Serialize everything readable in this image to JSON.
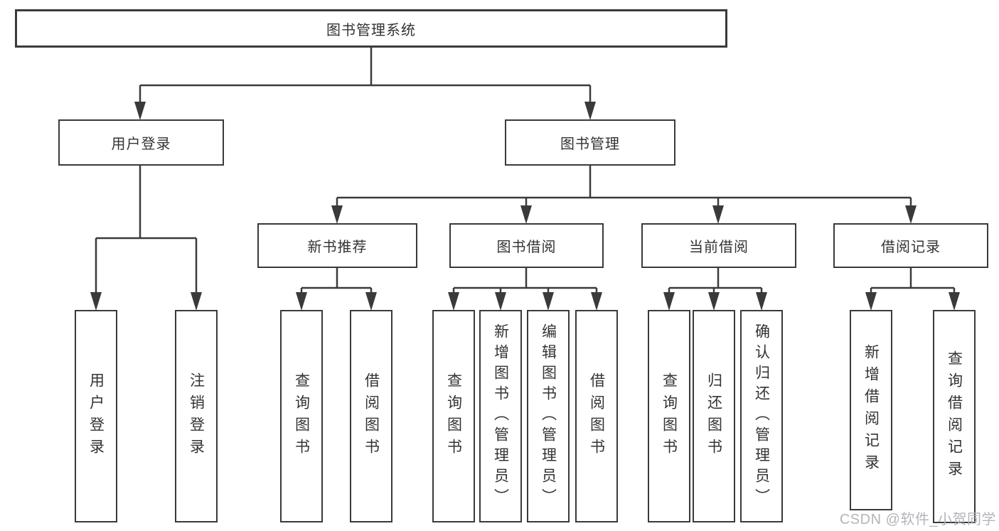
{
  "diagram": {
    "title_node": {
      "label": "图书管理系统"
    },
    "level2": [
      {
        "label": "用户登录"
      },
      {
        "label": "图书管理"
      }
    ],
    "level3": [
      {
        "label": "新书推荐"
      },
      {
        "label": "图书借阅"
      },
      {
        "label": "当前借阅"
      },
      {
        "label": "借阅记录"
      }
    ],
    "leaves": {
      "user_login": [
        "用户登录",
        "注销登录"
      ],
      "new_books": [
        "查询图书",
        "借阅图书"
      ],
      "book_borrow": [
        "查询图书",
        "新增图书（管理员）",
        "编辑图书（管理员）",
        "借阅图书"
      ],
      "current_borrow": [
        "查询图书",
        "归还图书",
        "确认归还（管理员）"
      ],
      "borrow_records": [
        "新增借阅记录",
        "查询借阅记录"
      ]
    },
    "watermark": "CSDN @软件_小贺同学",
    "colors": {
      "line": "#3a3a3c",
      "text": "#333336",
      "watermark": "#b4b4ba",
      "background": "#ffffff"
    }
  }
}
